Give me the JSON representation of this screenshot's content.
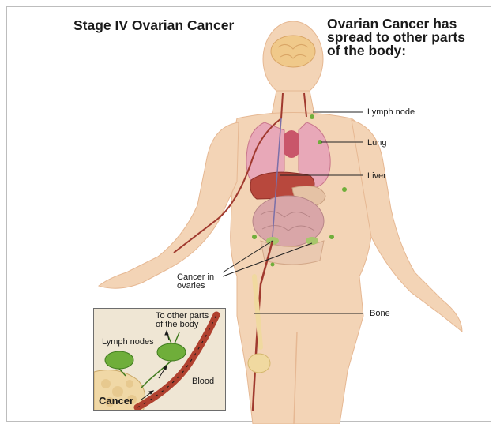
{
  "title": "Stage IV Ovarian Cancer",
  "subtitle_lines": [
    "Ovarian Cancer has",
    "spread to other parts",
    "of the body:"
  ],
  "labels": {
    "lymph_node": "Lymph node",
    "lung": "Lung",
    "liver": "Liver",
    "cancer_in_ovaries": [
      "Cancer in",
      "ovaries"
    ],
    "bone": "Bone"
  },
  "inset": {
    "to_other_parts": [
      "To other parts",
      "of the body"
    ],
    "lymph_nodes": "Lymph nodes",
    "blood": "Blood",
    "cancer": "Cancer"
  },
  "colors": {
    "skin": "#f3d4b6",
    "skin_edge": "#e6b893",
    "lung": "#e8a8b8",
    "liver": "#b8483d",
    "intestine": "#d9a6a8",
    "brain": "#f0c98a",
    "vessel": "#a0392e",
    "bone": "#f0d9a0",
    "lymph": "#6fae3a"
  }
}
